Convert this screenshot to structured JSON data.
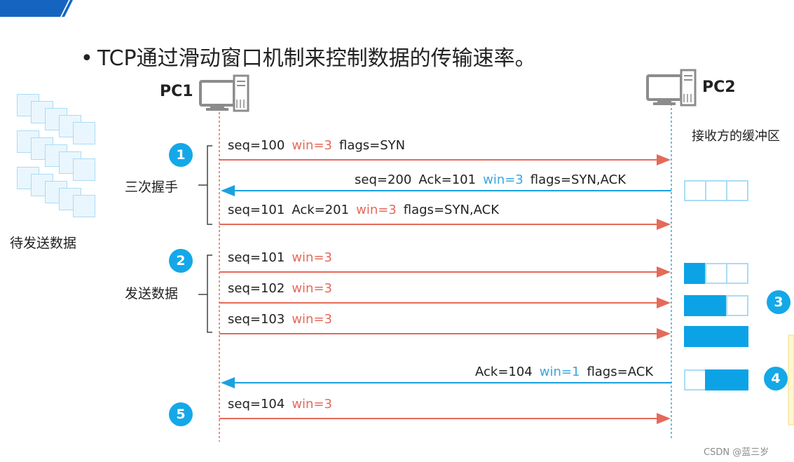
{
  "title": "TCP通过滑动窗口机制来控制数据的传输速率。",
  "pc1_label": "PC1",
  "pc2_label": "PC2",
  "receiver_buffer_label": "接收方的缓冲区",
  "pending_data_label": "待发送数据",
  "handshake_label": "三次握手",
  "send_data_label": "发送数据",
  "messages": [
    {
      "parts": [
        "seq=100",
        "win=3",
        "flags=SYN"
      ]
    },
    {
      "parts": [
        "seq=200",
        "Ack=101",
        "win=3",
        "flags=SYN,ACK"
      ]
    },
    {
      "parts": [
        "seq=101",
        "Ack=201",
        "win=3",
        "flags=SYN,ACK"
      ]
    },
    {
      "parts": [
        "seq=101",
        "win=3"
      ]
    },
    {
      "parts": [
        "seq=102",
        "win=3"
      ]
    },
    {
      "parts": [
        "seq=103",
        "win=3"
      ]
    },
    {
      "parts": [
        "Ack=104",
        "win=1",
        "flags=ACK"
      ]
    },
    {
      "parts": [
        "seq=104",
        "win=3"
      ]
    }
  ],
  "badges": [
    "1",
    "2",
    "3",
    "4",
    "5"
  ],
  "buffers": [
    {
      "filled": 0,
      "total": 3
    },
    {
      "filled": 1,
      "total": 3
    },
    {
      "filled": 2,
      "total": 3
    },
    {
      "filled": 3,
      "total": 3
    },
    {
      "filled": 2,
      "total": 3,
      "freed": 1
    }
  ],
  "colors": {
    "send_arrow": "#e46a5a",
    "recv_arrow": "#1aa1e0",
    "badge": "#14a8e8",
    "accent": "#1565c0"
  },
  "watermark": "CSDN @蓝三岁"
}
